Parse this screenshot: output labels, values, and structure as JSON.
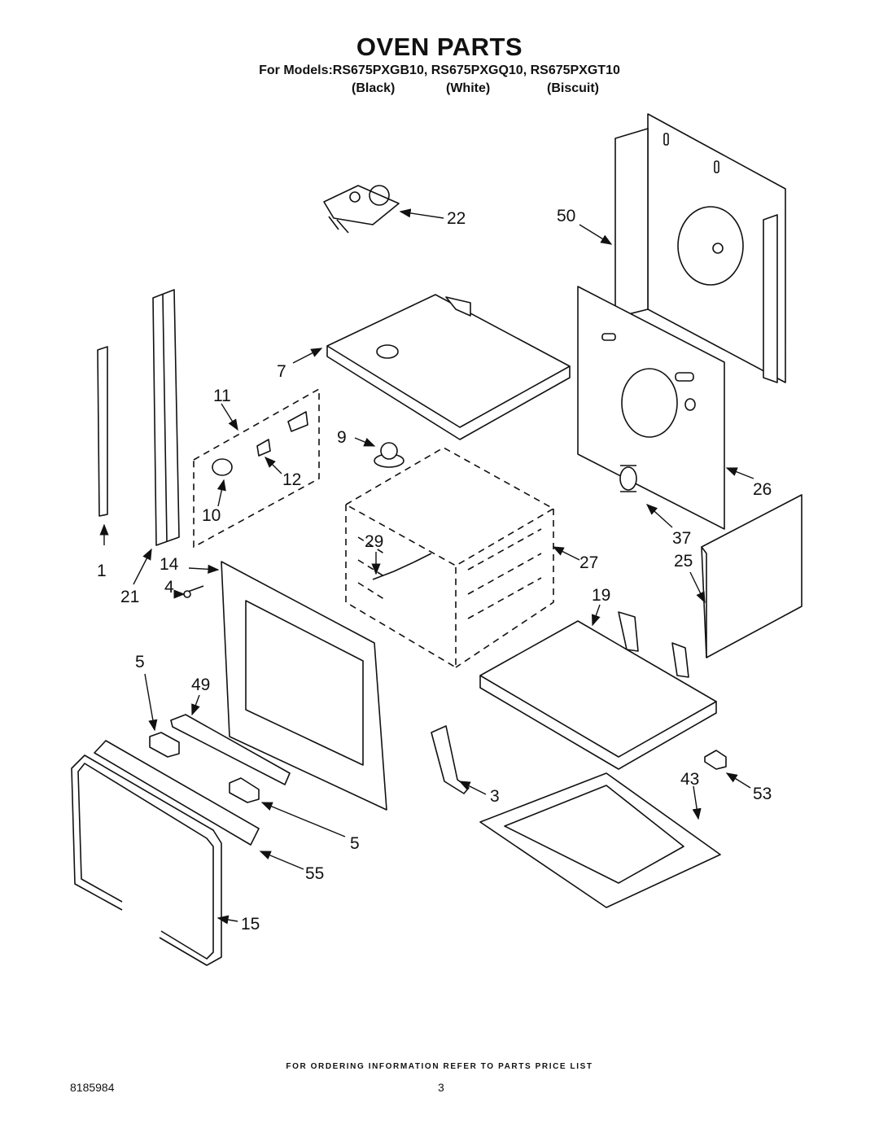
{
  "header": {
    "title": "OVEN PARTS",
    "models_line": "For Models:RS675PXGB10, RS675PXGQ10, RS675PXGT10",
    "colors": [
      "(Black)",
      "(White)",
      "(Biscuit)"
    ]
  },
  "footer": {
    "ordering_note": "FOR ORDERING INFORMATION REFER TO PARTS PRICE LIST",
    "document_number": "8185984",
    "page_number": "3"
  },
  "callouts": {
    "c1": "1",
    "c3": "3",
    "c4": "4",
    "c5a": "5",
    "c5b": "5",
    "c7": "7",
    "c9": "9",
    "c10": "10",
    "c11": "11",
    "c12": "12",
    "c14": "14",
    "c15": "15",
    "c19": "19",
    "c21": "21",
    "c22": "22",
    "c25": "25",
    "c26": "26",
    "c27": "27",
    "c29": "29",
    "c37": "37",
    "c43": "43",
    "c49": "49",
    "c50": "50",
    "c53": "53",
    "c55": "55"
  }
}
